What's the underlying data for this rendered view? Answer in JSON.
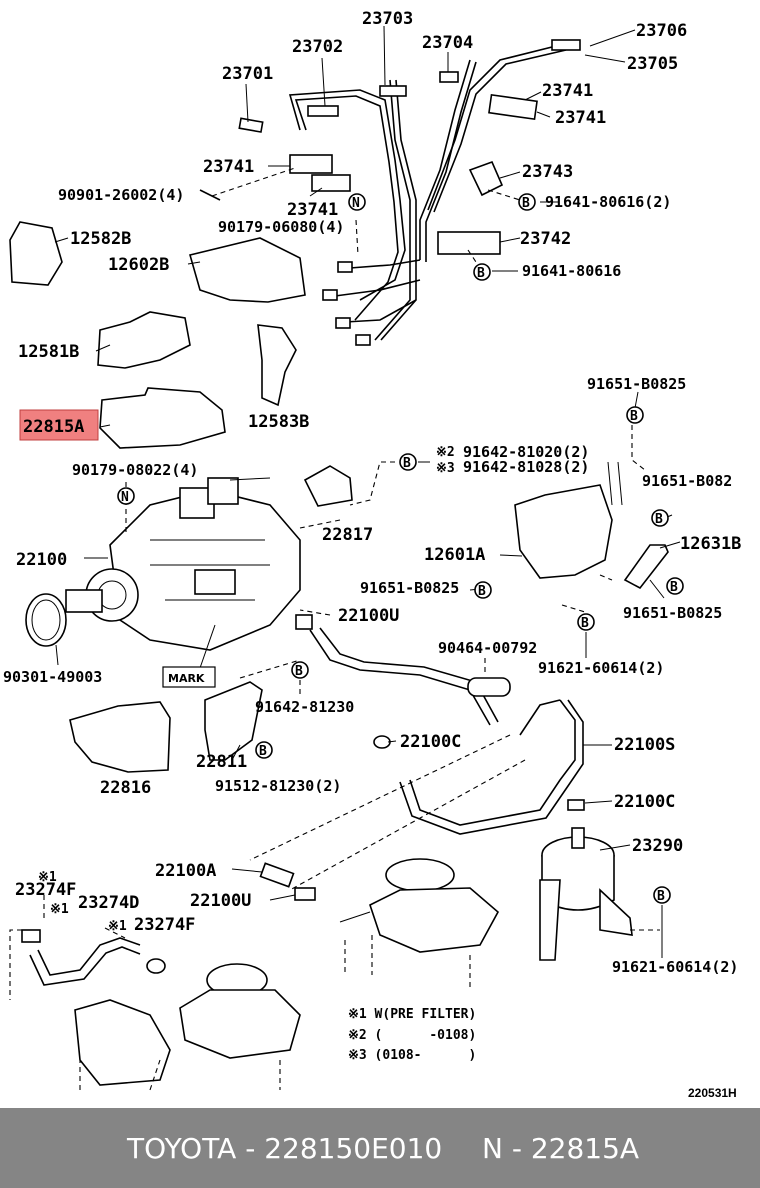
{
  "labels": {
    "p23703": "23703",
    "p23704": "23704",
    "p23706": "23706",
    "p23702": "23702",
    "p23705": "23705",
    "p23701": "23701",
    "p23741a": "23741",
    "p23741b": "23741",
    "p23741c": "23741",
    "p23741d": "23741",
    "p23743": "23743",
    "p91641_80616_2": "91641-80616(2)",
    "p90901": "90901-26002(4)",
    "p90179_06080": "90179-06080(4)",
    "p23742": "23742",
    "p91641_80616": "91641-80616",
    "p12582B": "12582B",
    "p12602B": "12602B",
    "p12581B": "12581B",
    "p12583B": "12583B",
    "p22815A": "22815A",
    "p91651_b0825_a": "91651-B0825",
    "p90179_08022": "90179-08022(4)",
    "p91642_81020": "91642-81020(2)",
    "p91642_81028": "91642-81028(2)",
    "p91651_b0825_b": "91651-B082",
    "p22817": "22817",
    "p22100": "22100",
    "p12601A": "12601A",
    "p12631B": "12631B",
    "p91651_b0825_c": "91651-B0825",
    "p91651_b0825_d": "91651-B0825",
    "p22100U_a": "22100U",
    "p90301": "90301-49003",
    "p90464": "90464-00792",
    "p91621_60614_a": "91621-60614(2)",
    "p91642_81230": "91642-81230",
    "mark": "MARK",
    "p22811": "22811",
    "p22100C_a": "22100C",
    "p22100S": "22100S",
    "p91512": "91512-81230(2)",
    "p22816": "22816",
    "p22100C_b": "22100C",
    "p23290": "23290",
    "p22100A": "22100A",
    "p23274F_a": "23274F",
    "p23274D": "23274D",
    "p22100U_b": "22100U",
    "p23274F_b": "23274F",
    "p91621_60614_b": "91621-60614(2)",
    "star1a": "※1",
    "star1b": "※1",
    "star1c": "※1",
    "star2": "※2",
    "star3": "※3",
    "callout_n": "N",
    "callout_b": "B",
    "note1": "※1 W(PRE FILTER)",
    "note2": "※2 (      -0108)",
    "note3": "※3 (0108-      )",
    "code": "220531H"
  },
  "highlight_color": "#f08080",
  "footer": {
    "left": "TOYOTA - 228150E010",
    "right": "N - 22815A"
  }
}
